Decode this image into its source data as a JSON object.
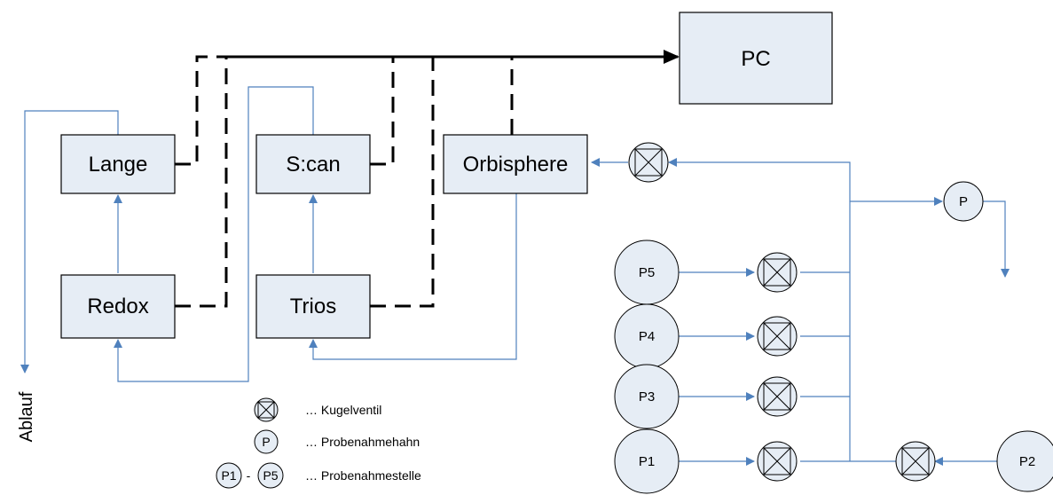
{
  "nodes": {
    "pc": "PC",
    "lange": "Lange",
    "scan": "S:can",
    "orbisphere": "Orbisphere",
    "redox": "Redox",
    "trios": "Trios"
  },
  "drain_label": "Ablauf",
  "sampling_tap_label": "P",
  "sampling_points": [
    "P5",
    "P4",
    "P3",
    "P1",
    "P2"
  ],
  "legend": {
    "valve_text": "… Kugelventil",
    "tap_symbol": "P",
    "tap_text": "… Probenahmehahn",
    "range_from": "P1",
    "range_sep": "-",
    "range_to": "P5",
    "range_text": "… Probenahmestelle"
  },
  "colors": {
    "box_fill": "#e6edf5",
    "flow_line": "#4f81bd",
    "data_line": "#000000"
  }
}
